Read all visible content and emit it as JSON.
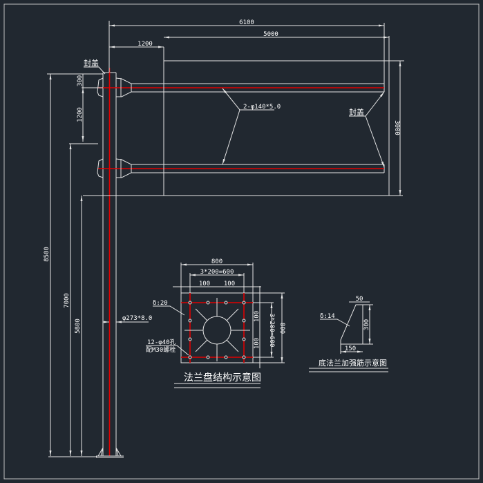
{
  "drawing": {
    "colors": {
      "background": "#212830",
      "lines": "#e6e6e6",
      "centerline": "#e00000"
    },
    "elevation": {
      "dim_total_span": "6100",
      "dim_arm_length": "5000",
      "dim_offset": "1200",
      "dim_sign_height": "3000",
      "dim_top_gap": "300",
      "dim_arm_spacing": "1200",
      "dim_total_height": "8500",
      "dim_arm_height": "7000",
      "dim_clearance": "5800",
      "cap_label_top": "封盖",
      "cap_label_arm": "封盖",
      "arm_spec": "2-φ140*5.0",
      "pole_spec": "φ273*8.0"
    },
    "flange": {
      "dim_width": "800",
      "dim_bolt_span": "3*200=600",
      "dim_edge_left": "100",
      "dim_edge_right": "100",
      "dim_edge_top": "100",
      "dim_edge_bottom": "100",
      "dim_bolt_span_v": "3*200=600",
      "dim_height": "800",
      "thickness": "δ:20",
      "holes": "12-φ40孔",
      "bolts": "配M30螺栓",
      "title": "法兰盘结构示意图"
    },
    "rib": {
      "dim_top": "50",
      "dim_height": "300",
      "dim_base": "150",
      "thickness": "δ:14",
      "title": "底法兰加强筋示意图"
    }
  }
}
